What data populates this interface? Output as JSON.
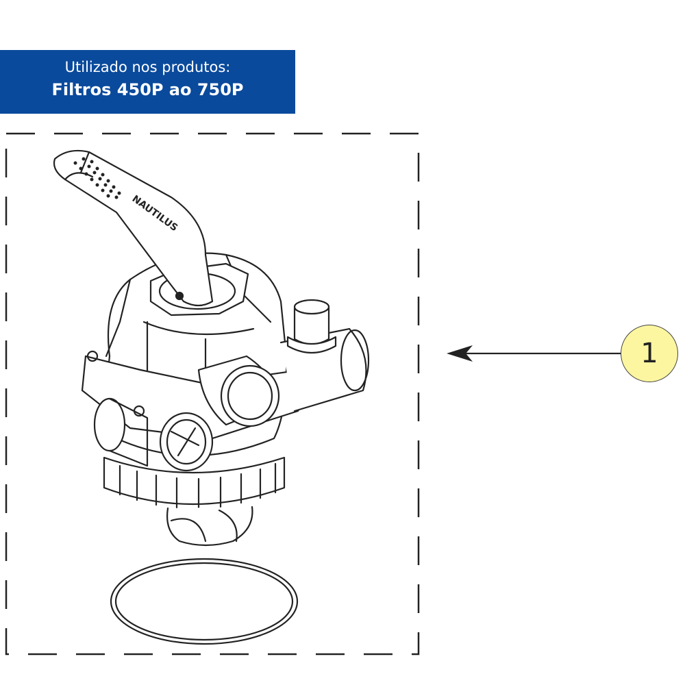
{
  "banner": {
    "line1": "Utilizado nos produtos:",
    "line2": "Filtros 450P ao 750P",
    "color": "#0a4a9c"
  },
  "part": {
    "brand_text": "NAUTILUS",
    "callout_number": "1",
    "callout_color": "#fdf6a0"
  }
}
